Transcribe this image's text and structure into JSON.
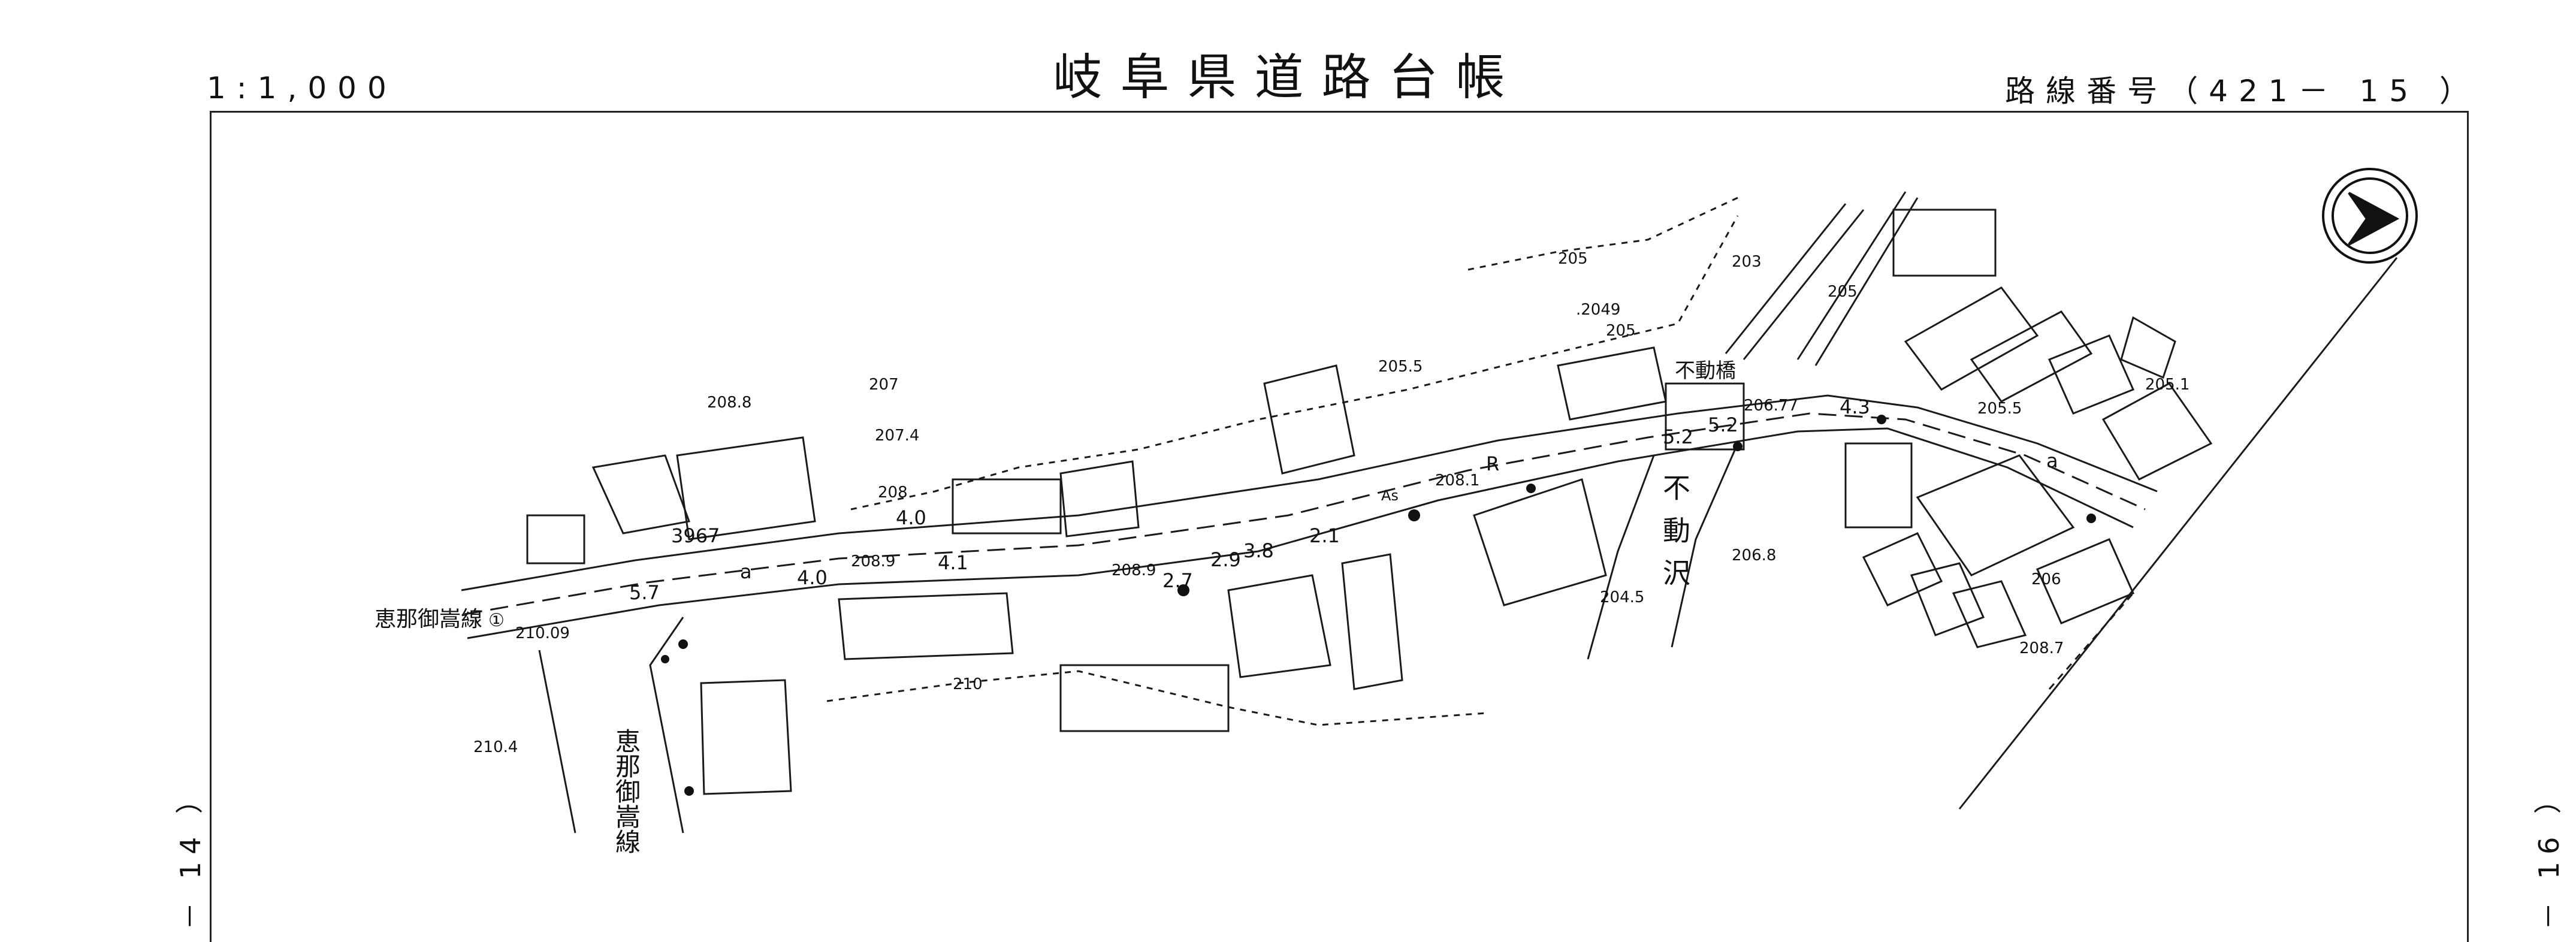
{
  "header": {
    "title": "岐阜県道路台帳",
    "scale": "1:1,000",
    "route_label": "路線番号（421－ 15 ）"
  },
  "side_labels": {
    "left": "－ 14 ）",
    "right": "－ 16 ）"
  },
  "north_arrow": "north-arrow-icon",
  "map_labels": {
    "road_name_left": "恵那御嵩線",
    "road_circle_mark": "①",
    "road_name_vertical": "恵那御嵩線",
    "bridge_name": "不動橋",
    "river_name": "不動沢",
    "distance": "3967",
    "width_40_a": "4.0",
    "width_40_b": "4.0",
    "width_57": "5.7",
    "width_52_a": "5.2",
    "width_52_b": "5.2",
    "width_43": "4.3",
    "width_29": "2.9",
    "width_38": "3.8",
    "width_21": "2.1",
    "width_41": "4.1",
    "width_27": "2.7",
    "lane_a_left": "a",
    "lane_a_right": "a",
    "lane_r": "R",
    "surface": "As",
    "elevations": [
      "208.8",
      "207.4",
      "207",
      "208",
      "205.5",
      "205",
      ".2049",
      "205",
      "203",
      "205",
      "205.5",
      "205.1",
      "206.77",
      "206.8",
      "204.5",
      "206",
      "208.7",
      "208.9",
      "208.9",
      "208.1",
      "210.09",
      "210",
      "210.4"
    ]
  },
  "colors": {
    "ink": "#111111",
    "paper": "#ffffff"
  }
}
